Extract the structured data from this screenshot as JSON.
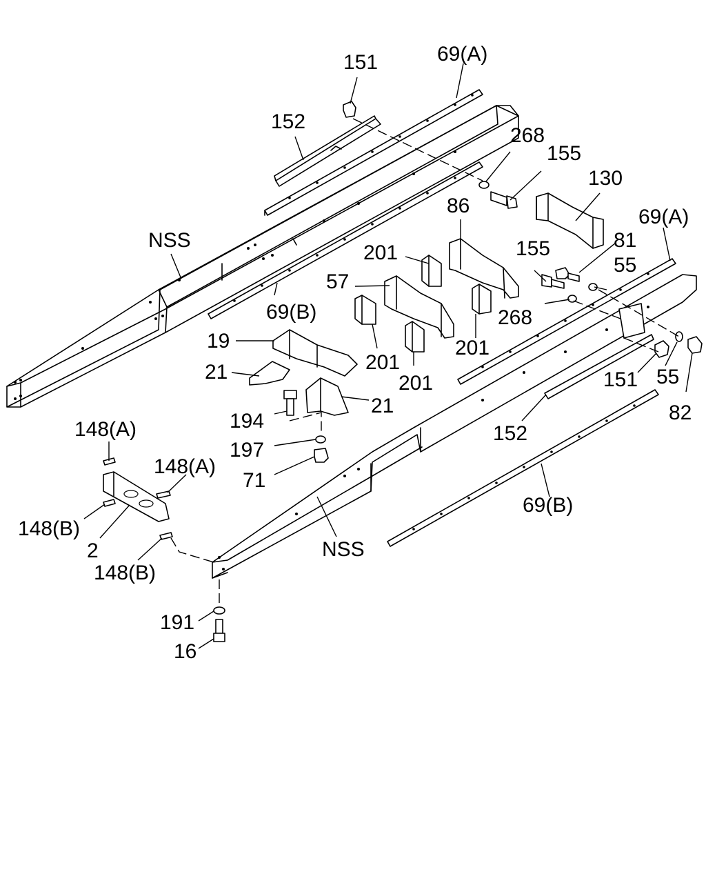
{
  "labels": {
    "l151_top": "151",
    "l69a_top": "69(A)",
    "l152_top": "152",
    "l268_top": "268",
    "l155_top": "155",
    "l130": "130",
    "lnss_top": "NSS",
    "l86": "86",
    "l69a_right": "69(A)",
    "l81": "81",
    "l201_a": "201",
    "l155_mid": "155",
    "l55_upper": "55",
    "l57": "57",
    "l69b_top": "69(B)",
    "l268_mid": "268",
    "l19": "19",
    "l201_b": "201",
    "l201_c": "201",
    "l21_left": "21",
    "l201_d": "201",
    "l21_right": "21",
    "l151_right": "151",
    "l55_lower": "55",
    "l194": "194",
    "l82": "82",
    "l152_bottom": "152",
    "l148a_left": "148(A)",
    "l197": "197",
    "l148a_right": "148(A)",
    "l71": "71",
    "l69b_bottom": "69(B)",
    "l148b_top": "148(B)",
    "l2": "2",
    "lnss_bottom": "NSS",
    "l148b_bottom": "148(B)",
    "l191": "191",
    "l16": "16"
  }
}
